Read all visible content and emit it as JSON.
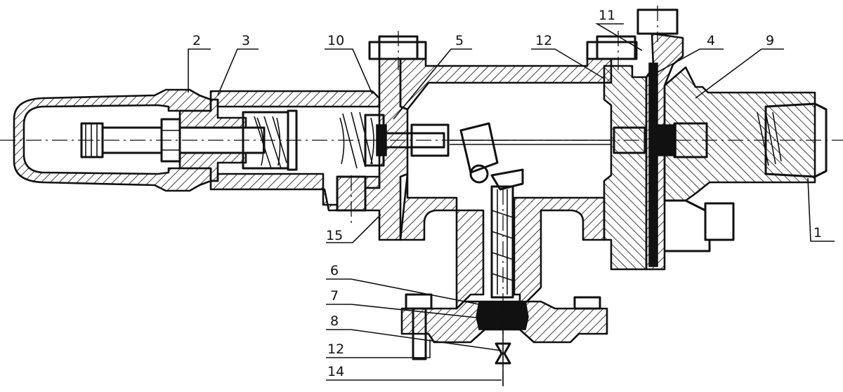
{
  "callouts": [
    {
      "id": "c2",
      "text": "2"
    },
    {
      "id": "c3",
      "text": "3"
    },
    {
      "id": "c10",
      "text": "10"
    },
    {
      "id": "c5",
      "text": "5"
    },
    {
      "id": "c12a",
      "text": "12"
    },
    {
      "id": "c11",
      "text": "11"
    },
    {
      "id": "c4",
      "text": "4"
    },
    {
      "id": "c9",
      "text": "9"
    },
    {
      "id": "c1",
      "text": "1"
    },
    {
      "id": "c15",
      "text": "15"
    },
    {
      "id": "c6",
      "text": "6"
    },
    {
      "id": "c7",
      "text": "7"
    },
    {
      "id": "c8",
      "text": "8"
    },
    {
      "id": "c12b",
      "text": "12"
    },
    {
      "id": "c14",
      "text": "14"
    }
  ]
}
